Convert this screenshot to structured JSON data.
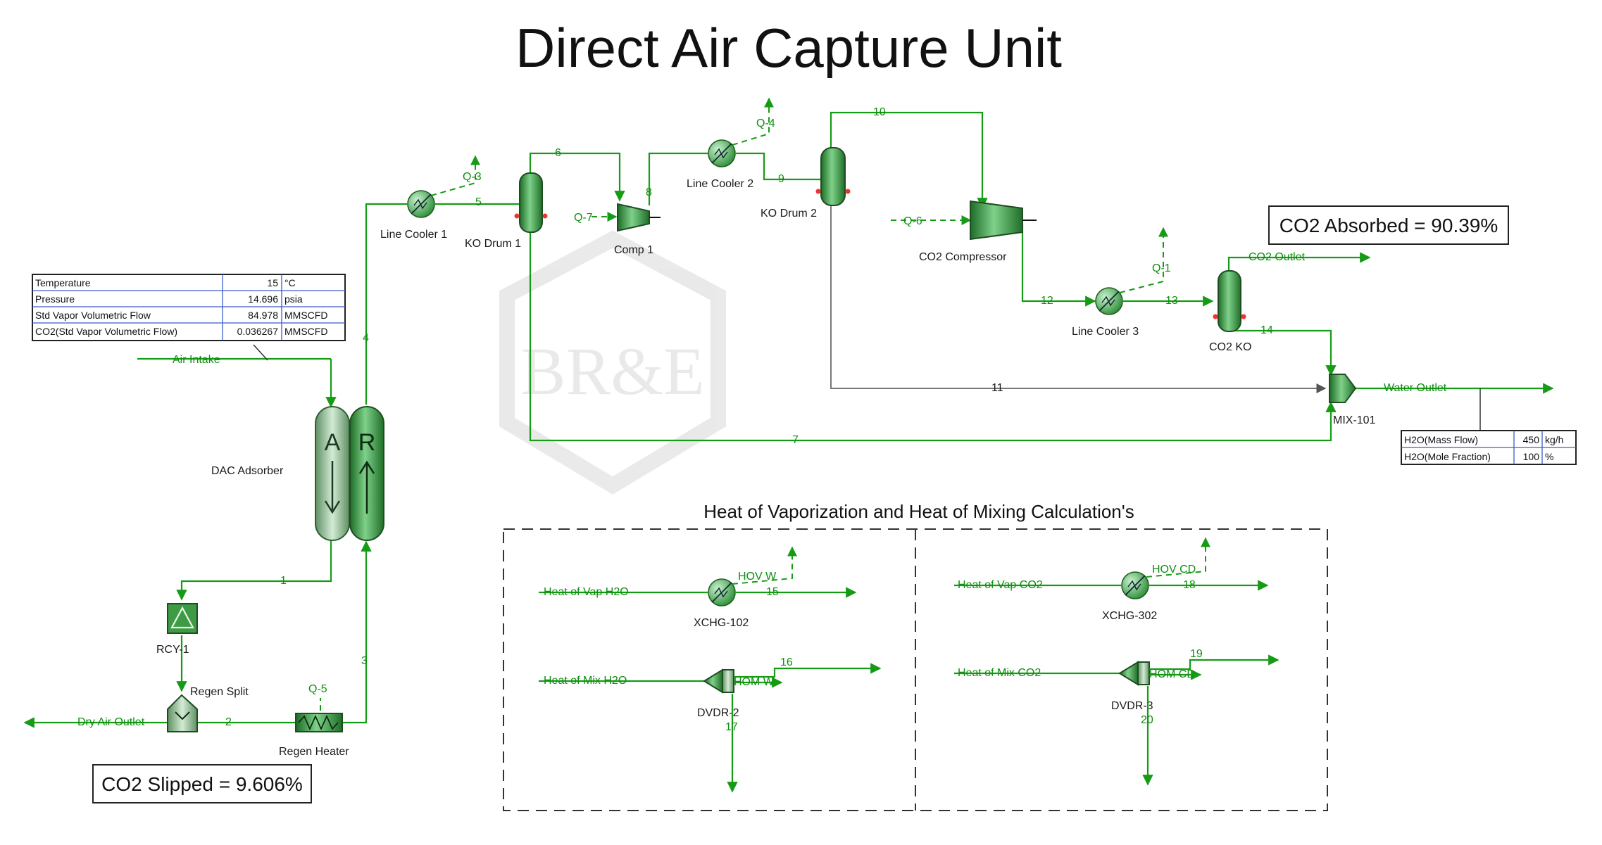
{
  "diagram": {
    "title": "Direct Air Capture Unit",
    "section_title": "Heat of Vaporization and Heat of Mixing Calculation's",
    "result_boxes": {
      "absorbed": "CO2 Absorbed = 90.39%",
      "slipped": "CO2 Slipped = 9.606%"
    },
    "equipment": {
      "adsorber": "DAC Adsorber",
      "adsorber_a": "A",
      "adsorber_r": "R",
      "line_cooler_1": "Line Cooler 1",
      "ko_drum_1": "KO Drum 1",
      "comp_1": "Comp 1",
      "line_cooler_2": "Line Cooler 2",
      "ko_drum_2": "KO Drum 2",
      "co2_compressor": "CO2 Compressor",
      "line_cooler_3": "Line Cooler 3",
      "co2_ko": "CO2 KO",
      "mix_101": "MIX-101",
      "recycle": "RCY-1",
      "regen_split": "Regen Split",
      "regen_heater": "Regen Heater",
      "xchg_102": "XCHG-102",
      "xchg_302": "XCHG-302",
      "dvdr_2": "DVDR-2",
      "dvdr_3": "DVDR-3"
    },
    "streams": {
      "air_intake": "Air Intake",
      "co2_outlet": "CO2 Outlet",
      "water_outlet": "Water Outlet",
      "dry_air_outlet": "Dry Air Outlet",
      "s1": "1",
      "s2": "2",
      "s3": "3",
      "s4": "4",
      "s5": "5",
      "s6": "6",
      "s7": "7",
      "s8": "8",
      "s9": "9",
      "s10": "10",
      "s11": "11",
      "s12": "12",
      "s13": "13",
      "s14": "14",
      "s15": "15",
      "s16": "16",
      "s17": "17",
      "s18": "18",
      "s19": "19",
      "s20": "20",
      "q1": "Q-1",
      "q3": "Q-3",
      "q4": "Q-4",
      "q5": "Q-5",
      "q6": "Q-6",
      "q7": "Q-7",
      "heat_vap_h2o": "Heat of Vap H2O",
      "heat_mix_h2o": "Heat of Mix H2O",
      "heat_vap_co2": "Heat of Vap CO2",
      "heat_mix_co2": "Heat of Mix CO2",
      "hov_w": "HOV W",
      "hom_w": "HOM W",
      "hov_cd": "HOV CD",
      "hom_cd": "HOM CD"
    },
    "inlet_table": {
      "rows": [
        {
          "name": "Temperature",
          "value": "15",
          "unit": "°C"
        },
        {
          "name": "Pressure",
          "value": "14.696",
          "unit": "psia"
        },
        {
          "name": "Std Vapor Volumetric Flow",
          "value": "84.978",
          "unit": "MMSCFD"
        },
        {
          "name": "CO2(Std Vapor Volumetric Flow)",
          "value": "0.036267",
          "unit": "MMSCFD"
        }
      ]
    },
    "outlet_table": {
      "rows": [
        {
          "name": "H2O(Mass Flow)",
          "value": "450",
          "unit": "kg/h"
        },
        {
          "name": "H2O(Mole Fraction)",
          "value": "100",
          "unit": "%"
        }
      ]
    },
    "watermark": "BR&E",
    "colors": {
      "stream": "#169b16",
      "equipment": "#2e9a3a",
      "grey_stream": "#777777"
    }
  }
}
